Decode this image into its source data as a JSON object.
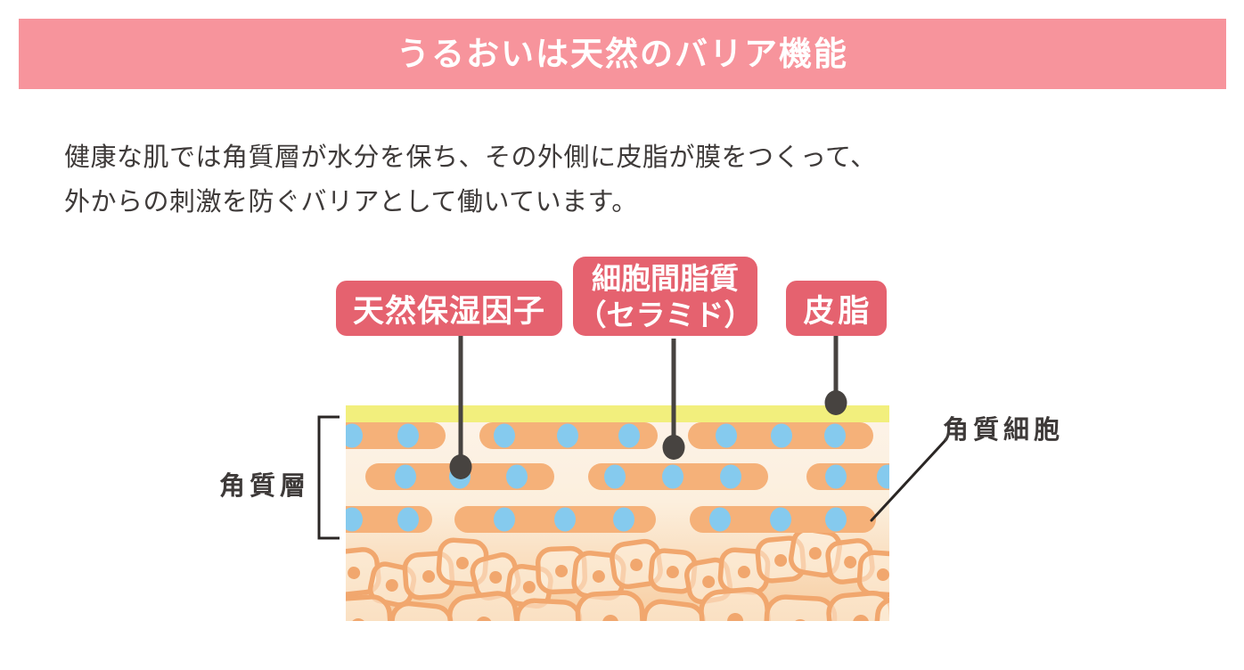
{
  "header": {
    "title": "うるおいは天然のバリア機能"
  },
  "intro": {
    "line1": "健康な肌では角質層が水分を保ち、その外側に皮脂が膜をつくって、",
    "line2": "外からの刺激を防ぐバリアとして働いています。"
  },
  "diagram": {
    "badges": {
      "nmf": "天然保湿因子",
      "lipid_line1": "細胞間脂質",
      "lipid_line2": "（セラミド）",
      "sebum": "皮脂"
    },
    "side_labels": {
      "stratum_corneum": "角質層",
      "corneocyte": "角質細胞"
    }
  },
  "colors": {
    "header_bg": "#f7949c",
    "header_text": "#ffffff",
    "badge_bg": "#e5626f",
    "badge_text": "#ffffff",
    "body_text": "#3e3a39",
    "sebum_film": "#f2ef7d",
    "corneocyte_fill": "#f5b179",
    "moisture_dot": "#85caee",
    "pointer_line": "#474340",
    "bracket_line": "#2a2624",
    "deep_cell_stroke": "#f1a76e",
    "skin_bg_top": "#fdf3e9",
    "skin_bg_bottom": "#f7cda1"
  }
}
